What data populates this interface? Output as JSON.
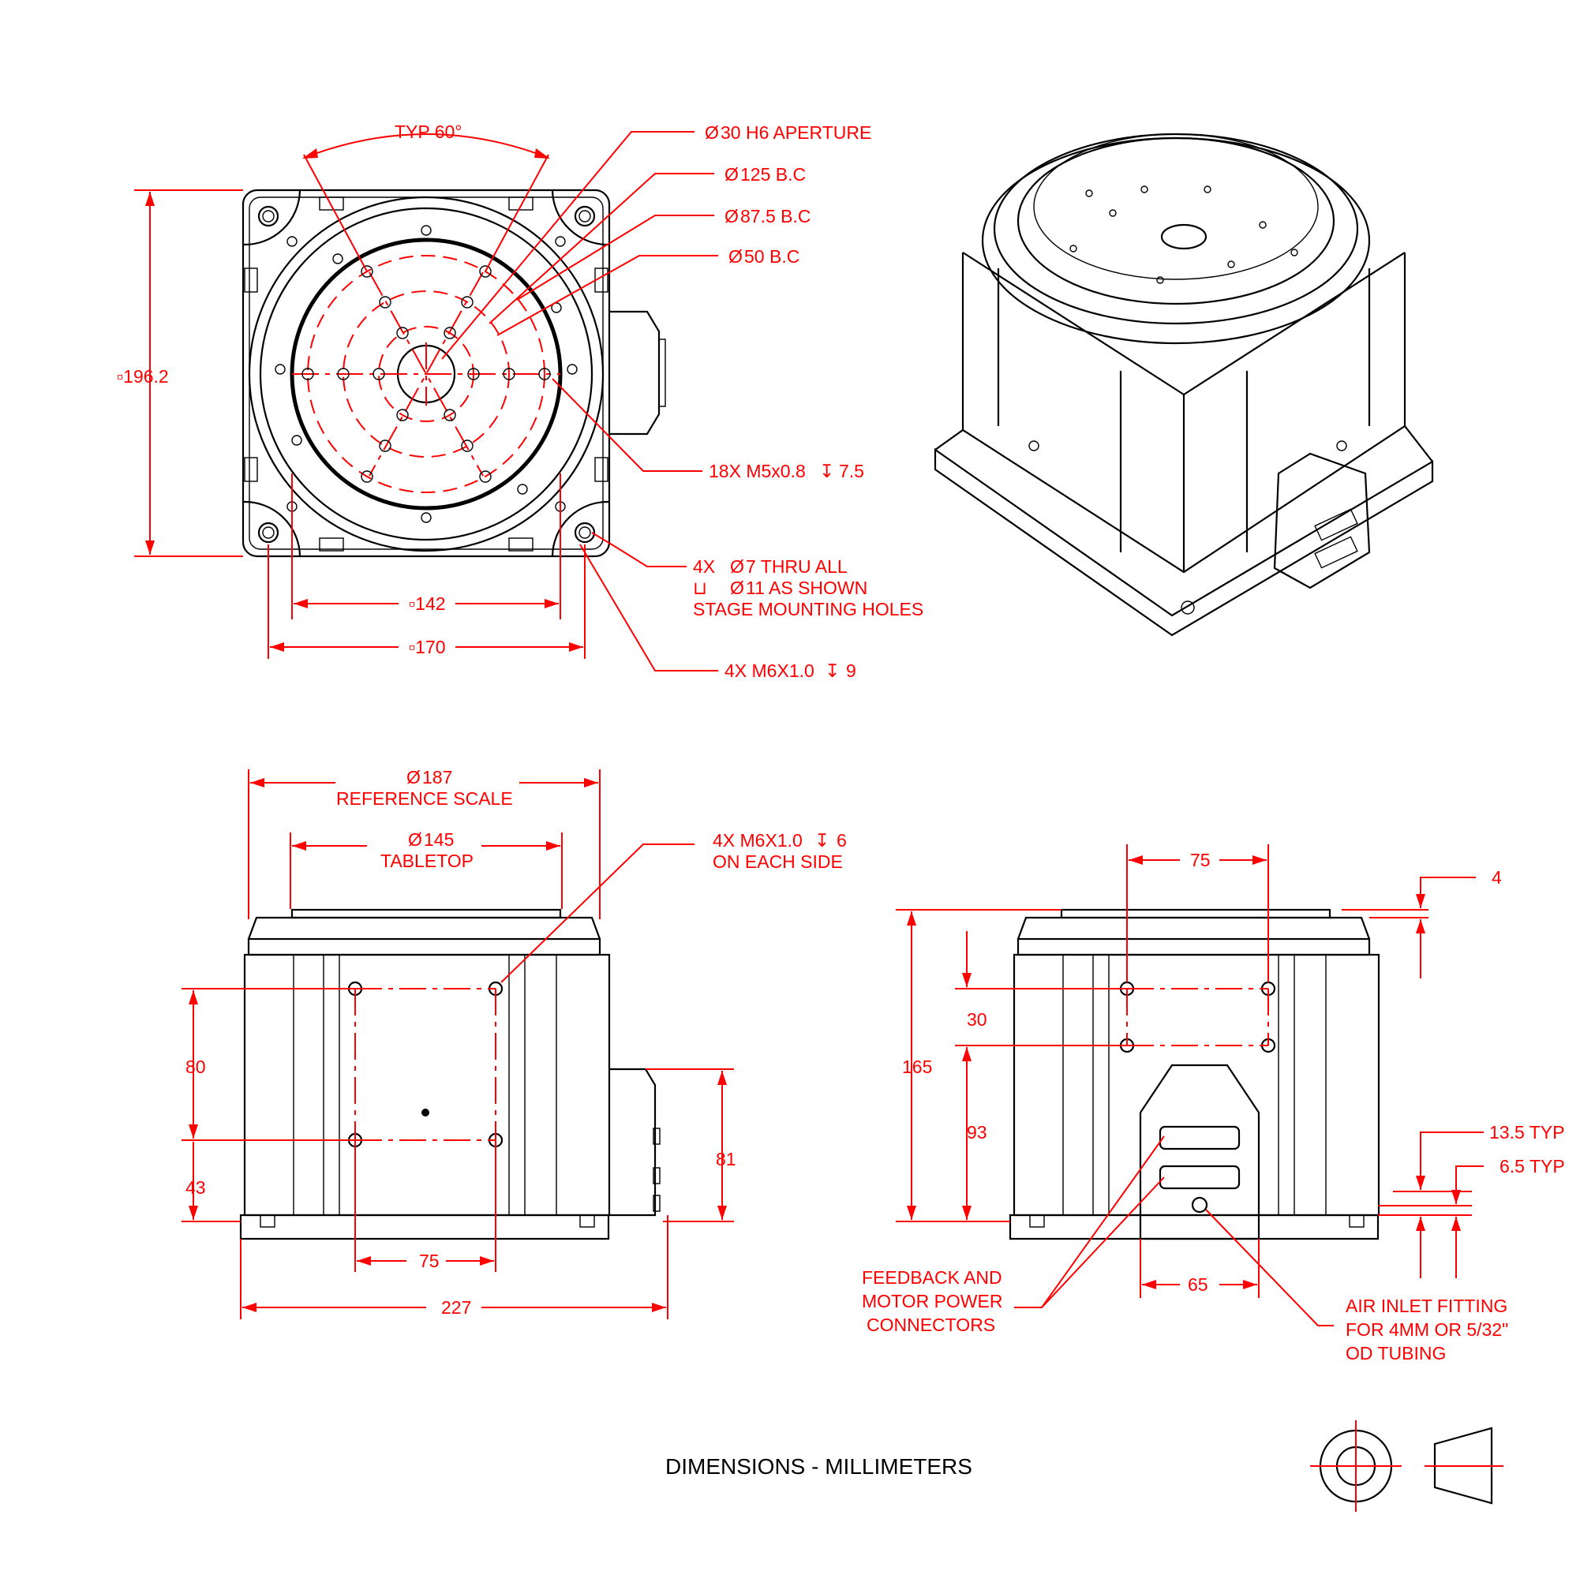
{
  "callouts": {
    "typ_angle": "TYP 60°",
    "aperture": "30 H6 APERTURE",
    "bc125": "125 B.C",
    "bc87": "87.5 B.C",
    "bc50": "50 B.C",
    "tapped18": "18X M5x0.8",
    "tapped18_depth": "7.5",
    "thru_line1": "4X",
    "thru_line1b": "7 THRU ALL",
    "thru_line2": "11 AS SHOWN",
    "thru_line3": "STAGE MOUNTING HOLES",
    "m6_top": "4X M6X1.0",
    "m6_top_depth": "9",
    "ref_scale_dia": "187",
    "ref_scale": "REFERENCE SCALE",
    "tabletop_dia": "145",
    "tabletop": "TABLETOP",
    "m6_side_1": "4X M6X1.0",
    "m6_side_depth": "6",
    "m6_side_2": "ON EACH SIDE",
    "connectors_1": "FEEDBACK AND",
    "connectors_2": "MOTOR POWER",
    "connectors_3": "CONNECTORS",
    "air_1": "AIR INLET FITTING",
    "air_2": "FOR 4MM OR 5/32\"",
    "air_3": "OD TUBING"
  },
  "dimensions": {
    "overall_square": "196.2",
    "square_142": "142",
    "square_170": "170",
    "front_75": "75",
    "front_227": "227",
    "front_80": "80",
    "front_43": "43",
    "front_81": "81",
    "side_75": "75",
    "side_4": "4",
    "side_165": "165",
    "side_30": "30",
    "side_93": "93",
    "side_135": "13.5 TYP",
    "side_65_typ": "6.5 TYP",
    "side_65": "65"
  },
  "footer": {
    "units": "DIMENSIONS - MILLIMETERS"
  },
  "colors": {
    "dimension": "#ff0000",
    "outline": "#000000"
  }
}
